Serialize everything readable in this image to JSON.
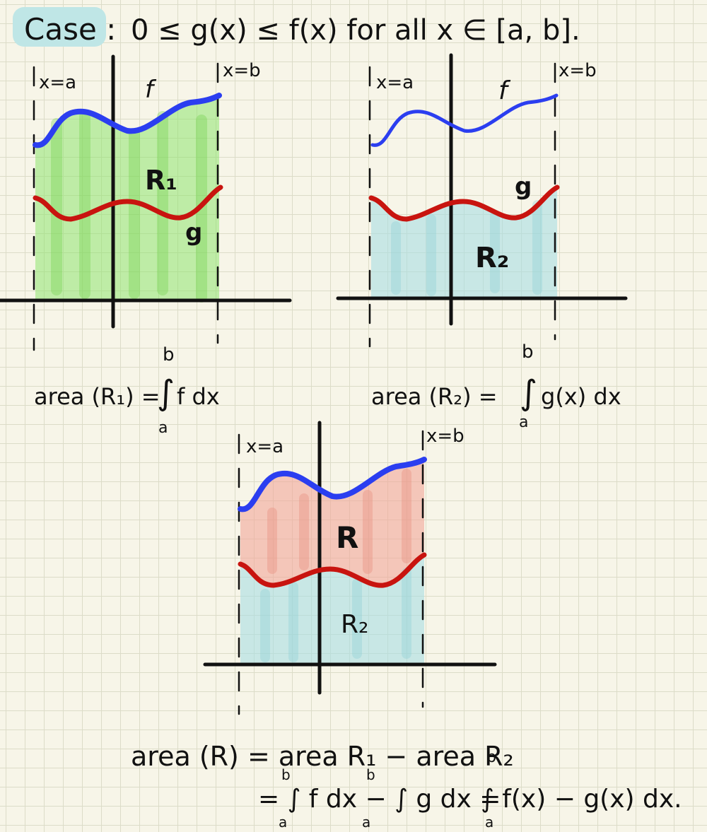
{
  "header": {
    "case_label": "Case :",
    "condition": "0 ≤ g(x) ≤ f(x)   for all  x ∈ [a, b]."
  },
  "colors": {
    "f_curve": "#2b3ef0",
    "g_curve": "#c8140f",
    "region_r1": "#8fe36f",
    "region_r2": "#a9dde2",
    "region_r": "#f2a79a",
    "highlight": "#bfe6e6"
  },
  "panel_left": {
    "x_a_label": "x=a",
    "x_b_label": "x=b",
    "f_label": "f",
    "g_label": "g",
    "region_label": "R₁",
    "formula_lhs": "area (R₁) =",
    "formula_rhs": "f dx",
    "upper_limit": "b",
    "lower_limit": "a"
  },
  "panel_right": {
    "x_a_label": "x=a",
    "x_b_label": "x=b",
    "f_label": "f",
    "g_label": "g",
    "region_label": "R₂",
    "formula_lhs": "area (R₂) =",
    "formula_rhs": "g(x) dx",
    "upper_limit": "b",
    "lower_limit": "a"
  },
  "panel_bottom": {
    "x_a_label": "x=a",
    "x_b_label": "x=b",
    "region_label_top": "R",
    "region_label_bottom": "R₂"
  },
  "final_formula": {
    "line1": "area (R) = area R₁ − area R₂",
    "line2_part1": "= ∫ f dx − ∫ g dx =",
    "line2_part2": "∫ f(x) − g(x) dx.",
    "limit_b": "b",
    "limit_a": "a"
  }
}
